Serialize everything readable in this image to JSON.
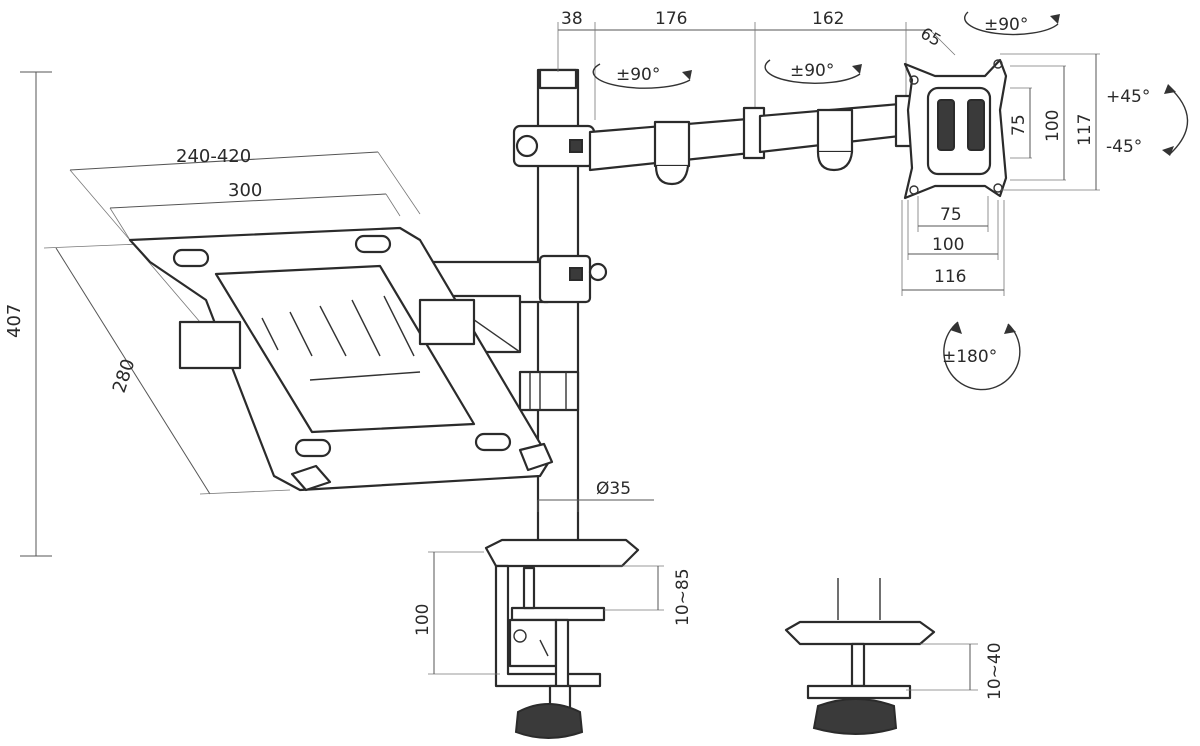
{
  "diagram": {
    "labels": {
      "w38": "38",
      "w176": "176",
      "w162": "162",
      "w65": "65",
      "rot_top_right": "±90°",
      "rot_arm1": "±90°",
      "rot_arm2": "±90°",
      "tilt_up": "+45°",
      "tilt_down": "-45°",
      "v75": "75",
      "v100": "100",
      "v117": "117",
      "h75": "75",
      "h100": "100",
      "h116": "116",
      "rot180": "±180°",
      "tray_range": "240-420",
      "tray_width": "300",
      "tray_depth": "280",
      "height_total": "407",
      "pole_diameter": "Ø35",
      "clamp_height": "100",
      "clamp_range": "10~85",
      "grommet_range": "10~40"
    }
  }
}
